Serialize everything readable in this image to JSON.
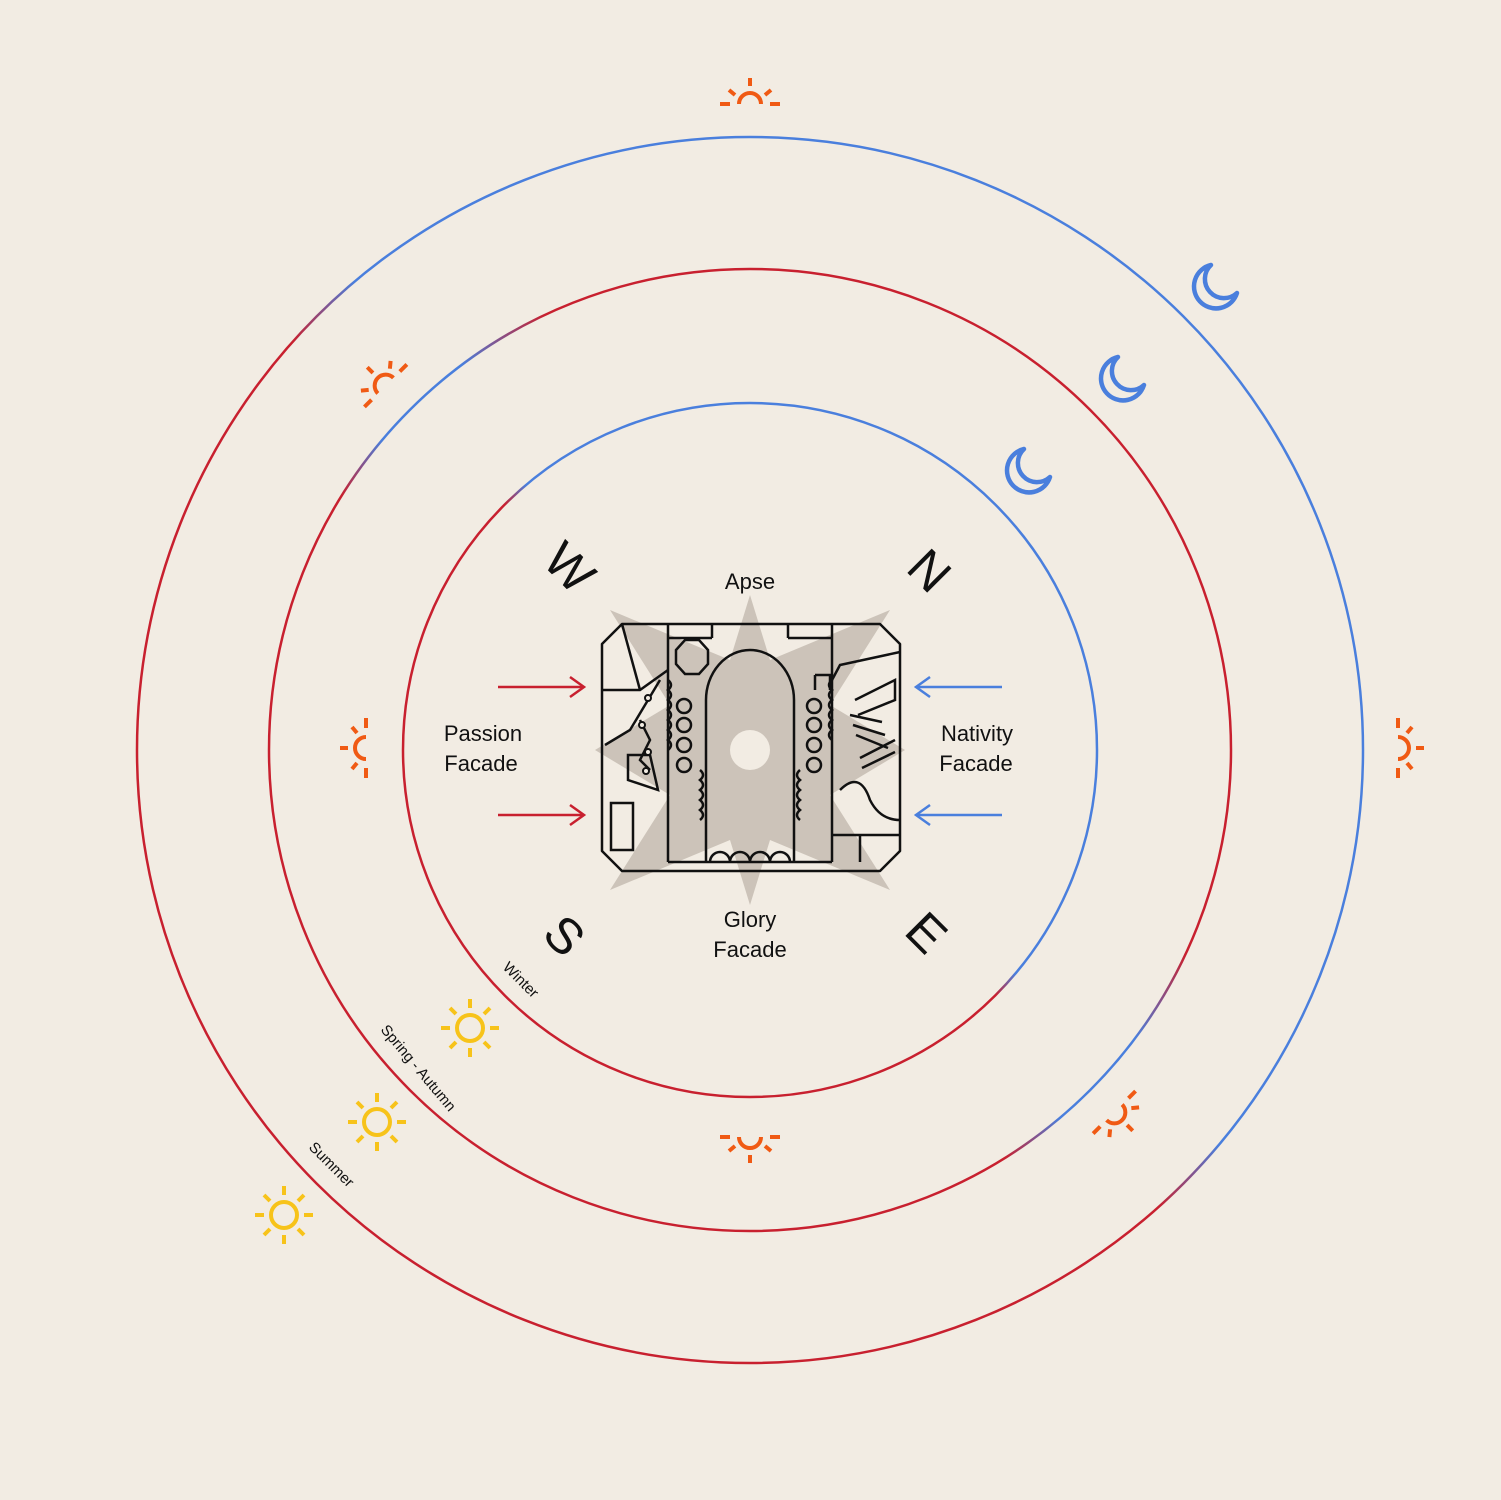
{
  "colors": {
    "background": "#f2ece3",
    "cool_blue": "#4a7fdd",
    "warm_red": "#c8202f",
    "sunrise_orange": "#f05a14",
    "sun_yellow": "#f7c31a",
    "ink": "#111111",
    "shadow": "#c9c1b6"
  },
  "compass": {
    "north": "N",
    "east": "E",
    "south": "S",
    "west": "W"
  },
  "labels": {
    "apse": "Apse",
    "passion_line1": "Passion",
    "passion_line2": "Facade",
    "nativity_line1": "Nativity",
    "nativity_line2": "Facade",
    "glory_line1": "Glory",
    "glory_line2": "Facade"
  },
  "seasons": {
    "winter": "Winter",
    "spring_autumn": "Spring - Autumn",
    "summer": "Summer"
  },
  "icons": {
    "sunrise": "sunrise-icon",
    "sun": "sun-icon",
    "moon": "moon-icon",
    "arrow": "arrow-icon"
  }
}
